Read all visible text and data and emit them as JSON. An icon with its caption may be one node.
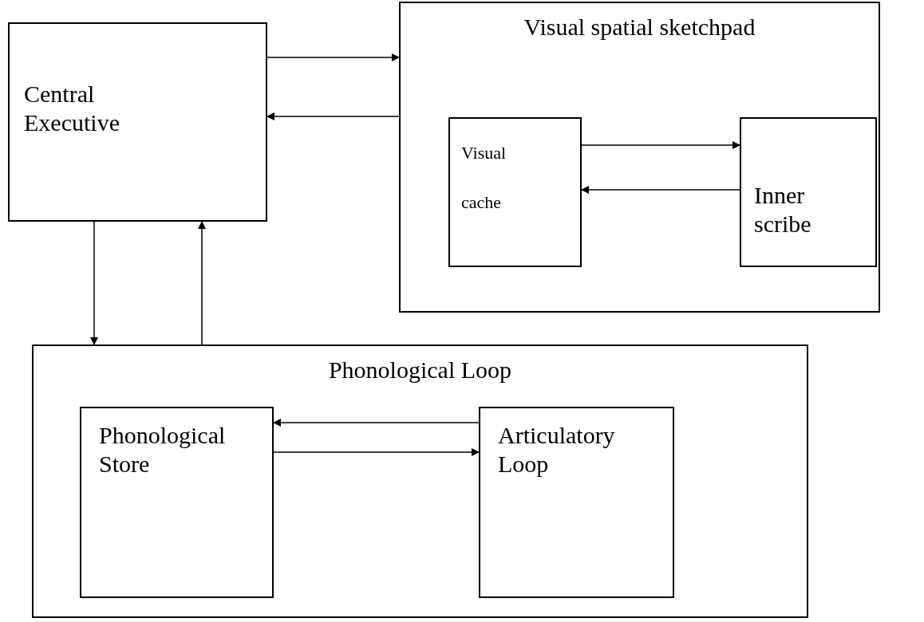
{
  "diagram": {
    "nodes": [
      {
        "text": [
          "Central Executive"
        ]
      },
      {
        "text": [
          "Visual spatial sketchpad"
        ]
      },
      {
        "text": [
          "Visual cache"
        ],
        "in": 1
      },
      {
        "text": [
          "Inner scribe"
        ],
        "in": 1
      },
      {
        "text": [
          "Phonological Loop"
        ]
      },
      {
        "text": [
          "Phonological Store"
        ],
        "in": 4
      },
      {
        "text": [
          "Articulatory Loop"
        ],
        "in": 4
      }
    ],
    "edges": [
      {
        "from": 0,
        "to": 1,
        "arrow": "to"
      },
      {
        "from": 1,
        "to": 0,
        "arrow": "to"
      },
      {
        "from": 2,
        "to": 3,
        "arrow": "to"
      },
      {
        "from": 3,
        "to": 2,
        "arrow": "to"
      },
      {
        "from": 0,
        "to": 4,
        "arrow": "to"
      },
      {
        "from": 4,
        "to": 0,
        "arrow": "to"
      },
      {
        "from": 6,
        "to": 5,
        "arrow": "to"
      },
      {
        "from": 5,
        "to": 6,
        "arrow": "to"
      }
    ]
  }
}
